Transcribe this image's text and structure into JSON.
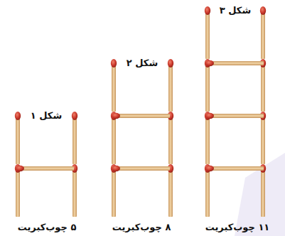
{
  "diagram": {
    "labels": [
      "شکل ۱",
      "شکل ۲",
      "شکل ۳",
      "۵ چوب‌کبریت",
      "۸ چوب‌کبریت",
      "۱۱ چوب‌کبریت"
    ]
  }
}
